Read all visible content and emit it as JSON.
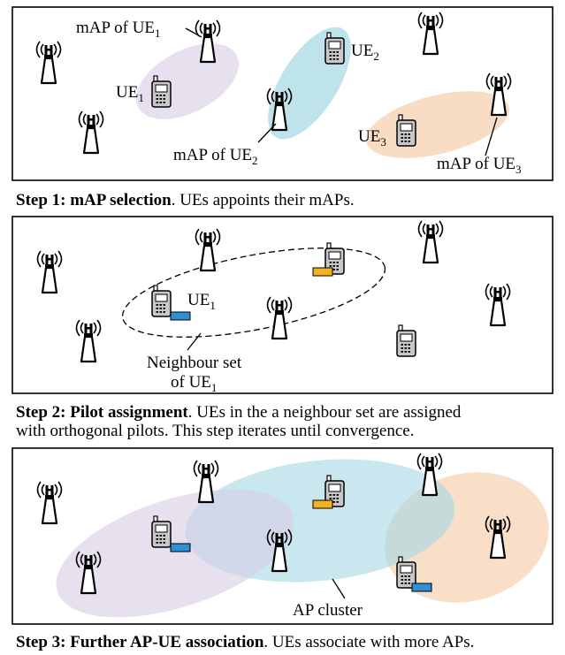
{
  "colors": {
    "purple": "#e6e0ef",
    "cyan": "#bfe3ea",
    "orange": "#f8dcc3",
    "pilot_blue": "#2e90d6",
    "pilot_orange": "#f4b221",
    "phone": "#c8c8c8"
  },
  "icons": {
    "ap": "ap-antenna-icon",
    "ue": "ue-phone-icon"
  },
  "panel1": {
    "labels": {
      "map_ue1": "mAP of UE",
      "map_ue1_sub": "1",
      "ue1": "UE",
      "ue1_sub": "1",
      "ue2": "UE",
      "ue2_sub": "2",
      "map_ue2": "mAP of UE",
      "map_ue2_sub": "2",
      "ue3": "UE",
      "ue3_sub": "3",
      "map_ue3": "mAP of UE",
      "map_ue3_sub": "3"
    }
  },
  "caption1": {
    "bold": "Step 1: mAP selection",
    "rest": ". UEs appoints their mAPs."
  },
  "panel2": {
    "labels": {
      "ue1": "UE",
      "ue1_sub": "1",
      "neighbour_line1": "Neighbour set",
      "neighbour_line2": "of UE",
      "neighbour_sub": "1"
    }
  },
  "caption2": {
    "bold": "Step 2: Pilot assignment",
    "rest": ". UEs in the a neighbour set are assigned",
    "line2": "with orthogonal pilots. This step iterates until convergence."
  },
  "panel3": {
    "labels": {
      "ap_cluster": "AP cluster"
    }
  },
  "caption3": {
    "bold": "Step 3: Further AP-UE association",
    "rest": ". UEs associate with more APs."
  }
}
